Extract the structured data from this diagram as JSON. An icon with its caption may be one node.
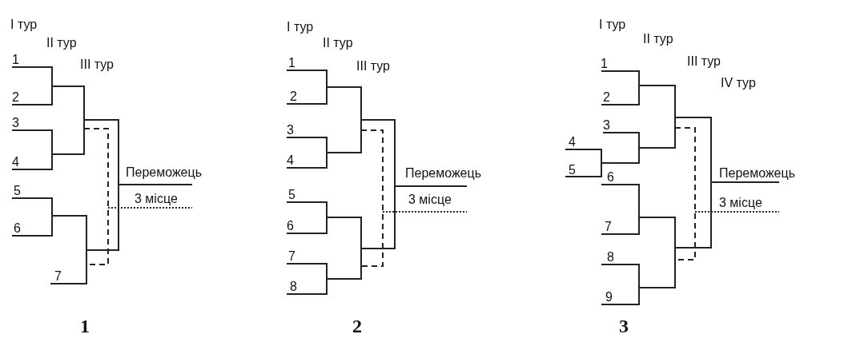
{
  "diagram": {
    "labels": [
      "I тур",
      "II тур",
      "III тур",
      "1",
      "2",
      "3",
      "4",
      "5",
      "6",
      "7",
      "Переможець",
      "3 місце",
      "I тур",
      "II тур",
      "III тур",
      "1",
      "2",
      "3",
      "4",
      "5",
      "6",
      "7",
      "8",
      "Переможець",
      "3 місце",
      "I тур",
      "II тур",
      "III тур",
      "IV тур",
      "1",
      "2",
      "3",
      "4",
      "5",
      "6",
      "7",
      "8",
      "9",
      "Переможець",
      "3 місце",
      "1",
      "2",
      "3"
    ]
  }
}
